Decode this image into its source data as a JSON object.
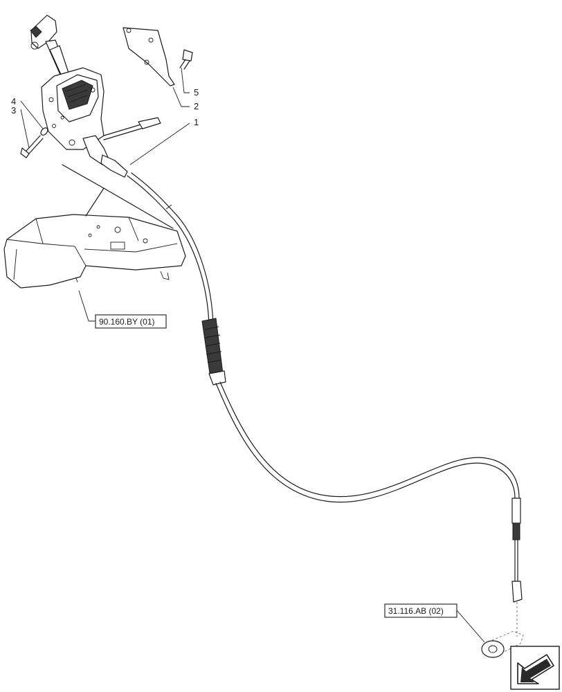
{
  "callouts": [
    {
      "id": "1",
      "label": "1"
    },
    {
      "id": "2",
      "label": "2"
    },
    {
      "id": "3",
      "label": "3"
    },
    {
      "id": "4",
      "label": "4"
    },
    {
      "id": "5",
      "label": "5"
    }
  ],
  "references": {
    "console_ref": "90.160.BY (01)",
    "lever_ref": "31.116.AB (02)"
  },
  "nav": {
    "icon": "arrow-down-left-icon"
  }
}
